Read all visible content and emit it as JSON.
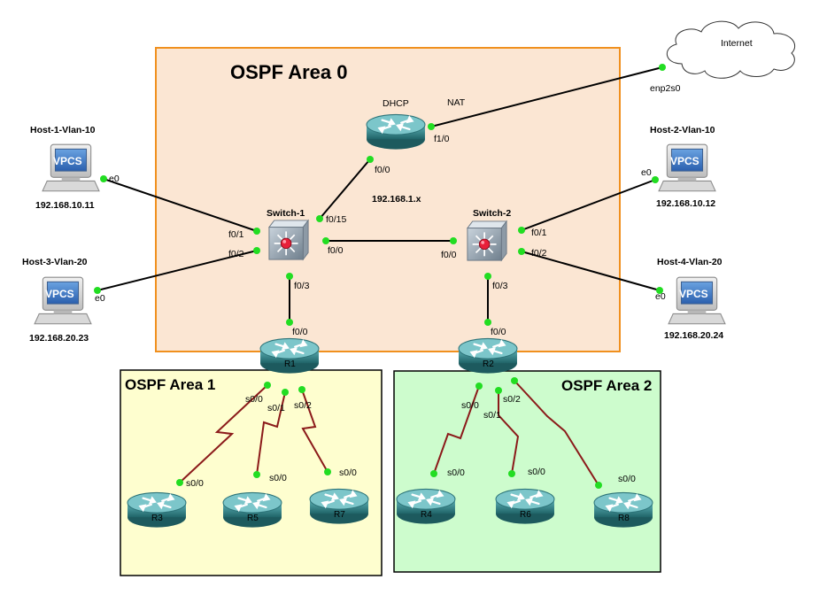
{
  "areas": {
    "area0": {
      "title": "OSPF Area 0",
      "color": "#fbe6d3",
      "border": "#f0901e"
    },
    "area1": {
      "title": "OSPF Area 1",
      "color": "#fefecf",
      "border": "#000000"
    },
    "area2": {
      "title": "OSPF Area 2",
      "color": "#cdfccd",
      "border": "#000000"
    }
  },
  "cloud": {
    "label": "Internet",
    "iface": "enp2s0"
  },
  "nat_router": {
    "label_dhcp": "DHCP",
    "label_nat": "NAT",
    "if_up": "f1/0",
    "if_down": "f0/0"
  },
  "subnet_label": "192.168.1.x",
  "switches": {
    "sw1": {
      "name": "Switch-1",
      "if_up": "f0/15",
      "if_left1": "f0/1",
      "if_left2": "f0/2",
      "if_right": "f0/0",
      "if_down": "f0/3"
    },
    "sw2": {
      "name": "Switch-2",
      "if_left": "f0/0",
      "if_right1": "f0/1",
      "if_right2": "f0/2",
      "if_down": "f0/3"
    }
  },
  "hosts": [
    {
      "name": "Host-1-Vlan-10",
      "ip": "192.168.10.11",
      "iface": "e0",
      "badge": "VPCS"
    },
    {
      "name": "Host-2-Vlan-10",
      "ip": "192.168.10.12",
      "iface": "e0",
      "badge": "VPCS"
    },
    {
      "name": "Host-3-Vlan-20",
      "ip": "192.168.20.23",
      "iface": "e0",
      "badge": "VPCS"
    },
    {
      "name": "Host-4-Vlan-20",
      "ip": "192.168.20.24",
      "iface": "e0",
      "badge": "VPCS"
    }
  ],
  "routers": {
    "r1": {
      "name": "R1",
      "if_up": "f0/0",
      "if_s0": "s0/0",
      "if_s1": "s0/1",
      "if_s2": "s0/2"
    },
    "r2": {
      "name": "R2",
      "if_up": "f0/0",
      "if_s0": "s0/0",
      "if_s1": "s0/1",
      "if_s2": "s0/2"
    },
    "r3": {
      "name": "R3",
      "if": "s0/0"
    },
    "r5": {
      "name": "R5",
      "if": "s0/0"
    },
    "r7": {
      "name": "R7",
      "if": "s0/0"
    },
    "r4": {
      "name": "R4",
      "if": "s0/0"
    },
    "r6": {
      "name": "R6",
      "if": "s0/0"
    },
    "r8": {
      "name": "R8",
      "if": "s0/0"
    }
  },
  "colors": {
    "ethernet": "#000000",
    "serial": "#8b1a1a",
    "port_dot": "#22dd22",
    "router_body": "#3a8a8f"
  }
}
